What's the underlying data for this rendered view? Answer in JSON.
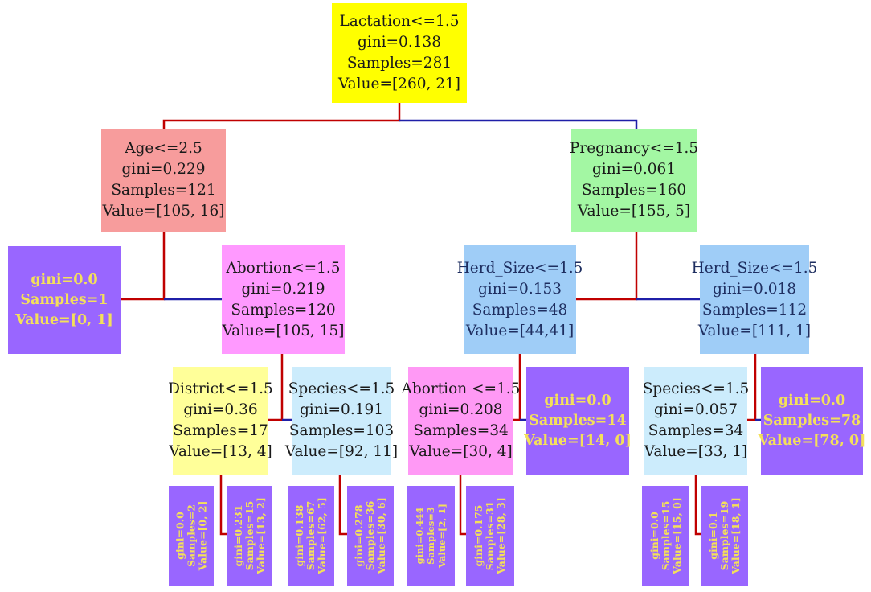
{
  "colors": {
    "root": "#ffff00",
    "salmon": "#f79c9c",
    "green": "#a3f7a3",
    "leaf": "#9966ff",
    "pink": "#ff99ff",
    "blue": "#9fcdf7",
    "light_yellow": "#ffff99",
    "light_blue": "#ccecfc",
    "edge_left": "#c00000",
    "edge_right": "#1f1fa8",
    "leaf_text": "#f4e05a"
  },
  "tree": {
    "root": {
      "lines": [
        "Lactation<=1.5",
        "gini=0.138",
        "Samples=281",
        "Value=[260, 21]"
      ]
    },
    "age": {
      "lines": [
        "Age<=2.5",
        "gini=0.229",
        "Samples=121",
        "Value=[105, 16]"
      ]
    },
    "pregnancy": {
      "lines": [
        "Pregnancy<=1.5",
        "gini=0.061",
        "Samples=160",
        "Value=[155, 5]"
      ]
    },
    "leaf_age": {
      "lines": [
        "gini=0.0",
        "Samples=1",
        "Value=[0, 1]"
      ]
    },
    "abortion": {
      "lines": [
        "Abortion<=1.5",
        "gini=0.219",
        "Samples=120",
        "Value=[105, 15]"
      ]
    },
    "herd1": {
      "lines": [
        "Herd_Size<=1.5",
        "gini=0.153",
        "Samples=48",
        "Value=[44,41]"
      ]
    },
    "herd2": {
      "lines": [
        "Herd_Size<=1.5",
        "gini=0.018",
        "Samples=112",
        "Value=[111, 1]"
      ]
    },
    "district": {
      "lines": [
        "District<=1.5",
        "gini=0.36",
        "Samples=17",
        "Value=[13, 4]"
      ]
    },
    "species1": {
      "lines": [
        "Species<=1.5",
        "gini=0.191",
        "Samples=103",
        "Value=[92, 11]"
      ]
    },
    "abortion2": {
      "lines": [
        "Abortion <=1.5",
        "gini=0.208",
        "Samples=34",
        "Value=[30, 4]"
      ]
    },
    "leaf_herd1": {
      "lines": [
        "gini=0.0",
        "Samples=14",
        "Value=[14, 0]"
      ]
    },
    "species2": {
      "lines": [
        "Species<=1.5",
        "gini=0.057",
        "Samples=34",
        "Value=[33, 1]"
      ]
    },
    "leaf_herd2": {
      "lines": [
        "gini=0.0",
        "Samples=78",
        "Value=[78, 0]"
      ]
    },
    "leaf_d1": {
      "lines": [
        "gini=0.0",
        "Samples=2",
        "Value=[0, 2]"
      ]
    },
    "leaf_d2": {
      "lines": [
        "gini=0.231",
        "Samples=15",
        "Value=[13, 2]"
      ]
    },
    "leaf_s1": {
      "lines": [
        "gini=0.138",
        "Samples=67",
        "Value=[62, 5]"
      ]
    },
    "leaf_s2": {
      "lines": [
        "gini=0.278",
        "Samples=36",
        "Value=[30, 6]"
      ]
    },
    "leaf_a1": {
      "lines": [
        "gini=0.444",
        "Samples=3",
        "Value=[2, 1]"
      ]
    },
    "leaf_a2": {
      "lines": [
        "gini=0.175",
        "Samples=31",
        "Value=[28, 3]"
      ]
    },
    "leaf_sp1": {
      "lines": [
        "gini=0.0",
        "Samples=15",
        "Value=[15, 0]"
      ]
    },
    "leaf_sp2": {
      "lines": [
        "gini=0.1",
        "Samples=19",
        "Value=[18, 1]"
      ]
    }
  }
}
